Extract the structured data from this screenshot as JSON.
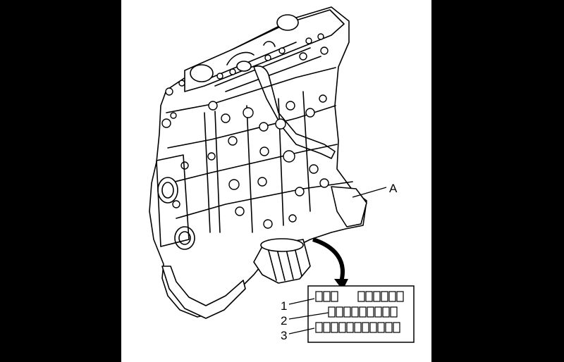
{
  "diagram": {
    "callout_a": "A",
    "callouts": [
      {
        "label": "1"
      },
      {
        "label": "2"
      },
      {
        "label": "3"
      }
    ],
    "code_plate": {
      "row1_groups": [
        3,
        6
      ],
      "row2_count": 9,
      "row3_count": 11
    }
  },
  "colors": {
    "background": "#000000",
    "panel": "#ffffff",
    "ink": "#000000"
  }
}
